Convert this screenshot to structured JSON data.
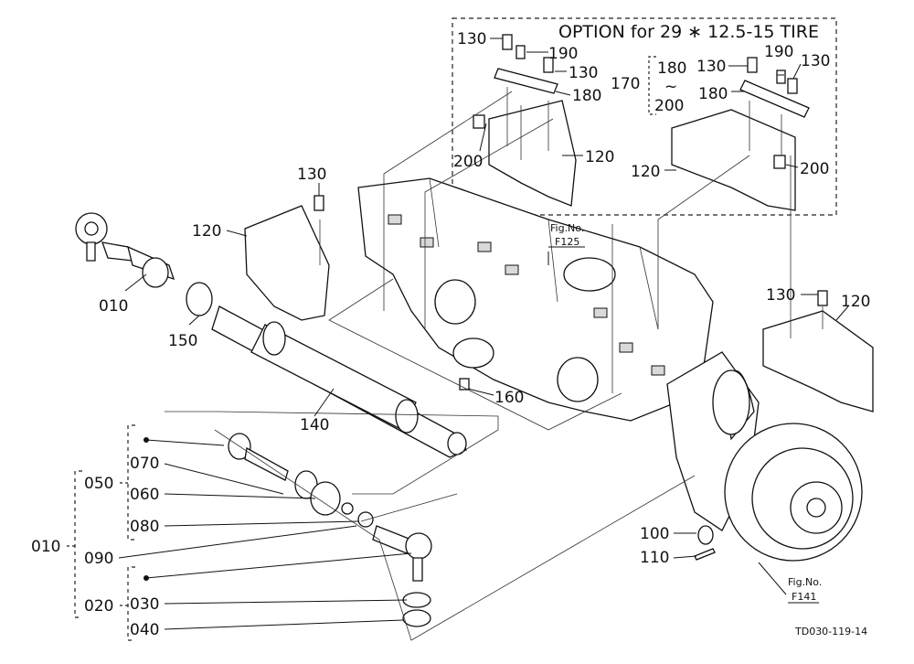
{
  "option_title": "OPTION for 29 ∗ 12.5-15 TIRE",
  "fig_refs": {
    "f125_line1": "Fig.No.",
    "f125_line2": "F125",
    "f141_line1": "Fig.No.",
    "f141_line2": "F141"
  },
  "drawing_id": "TD030-119-14",
  "labels": {
    "l130_a": "130",
    "l190_a": "190",
    "l130_b": "130",
    "l180_a": "180",
    "l170": "170",
    "l180_range_top": "180",
    "l180_range_tilde": "~",
    "l200_range_bottom": "200",
    "l130_c": "130",
    "l190_b": "190",
    "l130_d": "130",
    "l180_b": "180",
    "l120_a": "120",
    "l200_a": "200",
    "l120_b": "120",
    "l200_b": "200",
    "l130_e": "130",
    "l120_c": "120",
    "l010_top": "010",
    "l150": "150",
    "l140": "140",
    "l160": "160",
    "l130_f": "130",
    "l120_d": "120",
    "l070": "070",
    "l050": "050",
    "l060": "060",
    "l080": "080",
    "l010_left": "010",
    "l090": "090",
    "l020": "020",
    "l030": "030",
    "l040": "040",
    "l100": "100",
    "l110": "110"
  }
}
